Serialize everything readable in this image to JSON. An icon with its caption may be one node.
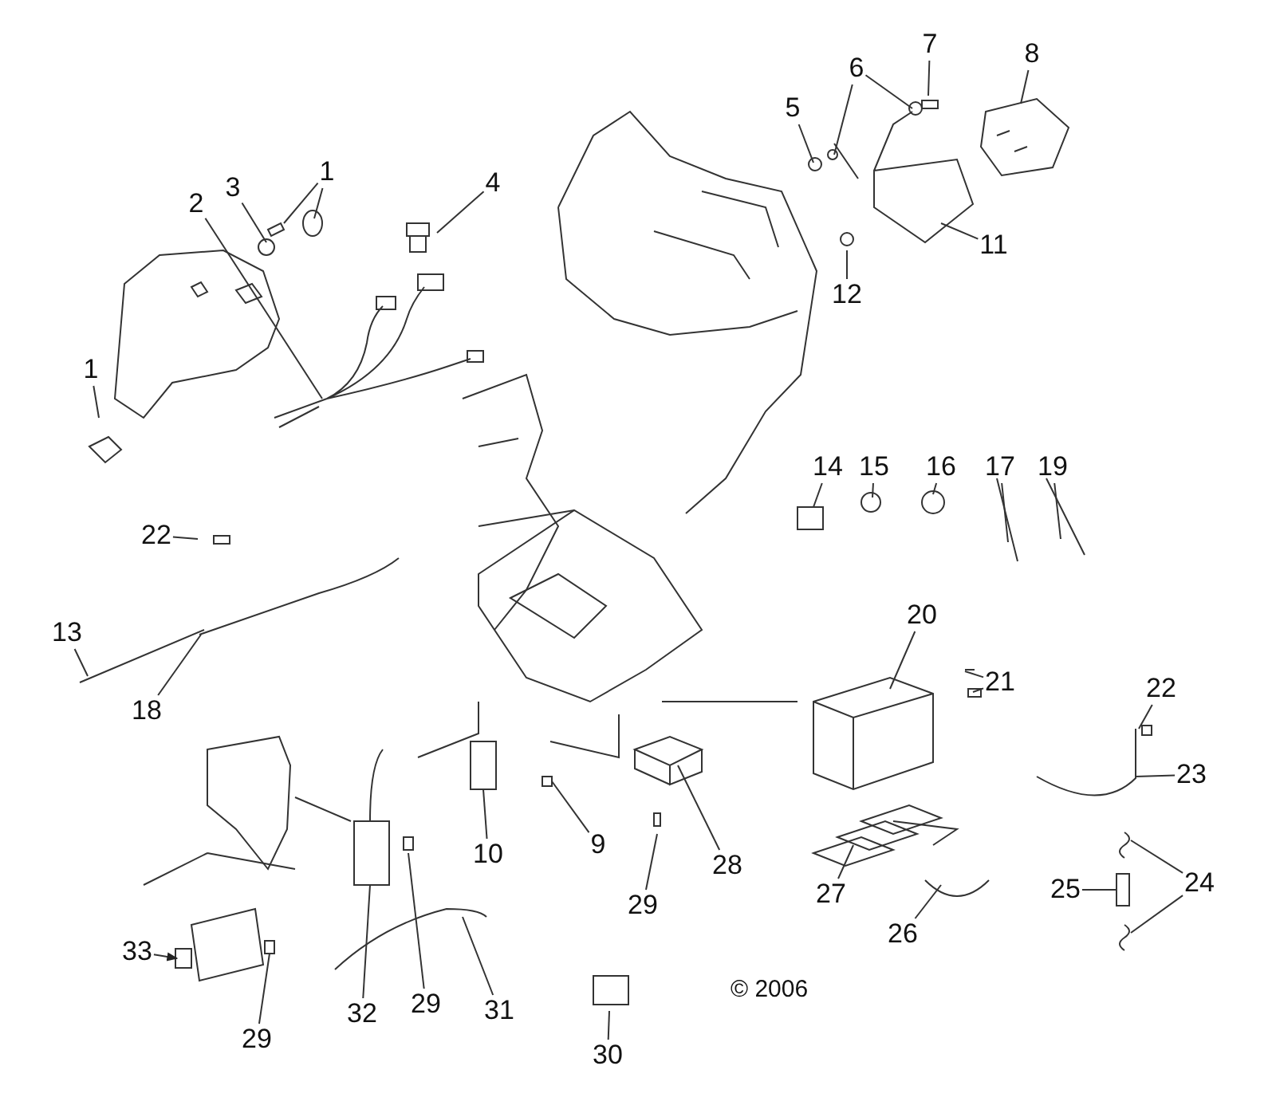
{
  "diagram": {
    "nodes": [
      {
        "text": [
          "7"
        ]
      },
      {
        "text": [
          "8"
        ]
      },
      {
        "text": [
          "6"
        ]
      },
      {
        "text": [
          "5"
        ]
      },
      {
        "text": [
          "1"
        ]
      },
      {
        "text": [
          "3"
        ]
      },
      {
        "text": [
          "4"
        ]
      },
      {
        "text": [
          "2"
        ]
      },
      {
        "text": [
          "11"
        ]
      },
      {
        "text": [
          "12"
        ]
      },
      {
        "text": [
          "1"
        ]
      },
      {
        "text": [
          "14"
        ]
      },
      {
        "text": [
          "15"
        ]
      },
      {
        "text": [
          "16"
        ]
      },
      {
        "text": [
          "17"
        ]
      },
      {
        "text": [
          "19"
        ]
      },
      {
        "text": [
          "22"
        ]
      },
      {
        "text": [
          "20"
        ]
      },
      {
        "text": [
          "13"
        ]
      },
      {
        "text": [
          "21"
        ]
      },
      {
        "text": [
          "22"
        ]
      },
      {
        "text": [
          "18"
        ]
      },
      {
        "text": [
          "23"
        ]
      },
      {
        "text": [
          "9"
        ]
      },
      {
        "text": [
          "10"
        ]
      },
      {
        "text": [
          "28"
        ]
      },
      {
        "text": [
          "24"
        ]
      },
      {
        "text": [
          "25"
        ]
      },
      {
        "text": [
          "27"
        ]
      },
      {
        "text": [
          "29"
        ]
      },
      {
        "text": [
          "26"
        ]
      },
      {
        "text": [
          "33"
        ]
      },
      {
        "text": [
          "29"
        ]
      },
      {
        "text": [
          "31"
        ]
      },
      {
        "text": [
          "32"
        ]
      },
      {
        "text": [
          "29"
        ]
      },
      {
        "text": [
          "30"
        ]
      }
    ],
    "edges": [
      {
        "from": 0,
        "to": null,
        "arrow": "none"
      },
      {
        "from": 1,
        "to": null,
        "arrow": "none"
      },
      {
        "from": 2,
        "to": null,
        "arrow": "none"
      },
      {
        "from": 2,
        "to": null,
        "arrow": "none"
      },
      {
        "from": 3,
        "to": null,
        "arrow": "none"
      },
      {
        "from": 4,
        "to": null,
        "arrow": "none"
      },
      {
        "from": 4,
        "to": null,
        "arrow": "none"
      },
      {
        "from": 5,
        "to": null,
        "arrow": "none"
      },
      {
        "from": 6,
        "to": null,
        "arrow": "none"
      },
      {
        "from": 7,
        "to": null,
        "arrow": "none"
      },
      {
        "from": 8,
        "to": null,
        "arrow": "none"
      },
      {
        "from": 9,
        "to": null,
        "arrow": "none"
      },
      {
        "from": 10,
        "to": null,
        "arrow": "none"
      },
      {
        "from": 11,
        "to": null,
        "arrow": "none"
      },
      {
        "from": 12,
        "to": null,
        "arrow": "none"
      },
      {
        "from": 13,
        "to": null,
        "arrow": "none"
      },
      {
        "from": 14,
        "to": null,
        "arrow": "none"
      },
      {
        "from": 15,
        "to": null,
        "arrow": "none"
      },
      {
        "from": 16,
        "to": null,
        "arrow": "none"
      },
      {
        "from": 17,
        "to": null,
        "arrow": "none"
      },
      {
        "from": 18,
        "to": null,
        "arrow": "none"
      },
      {
        "from": 19,
        "to": null,
        "arrow": "none"
      },
      {
        "from": 19,
        "to": null,
        "arrow": "none"
      },
      {
        "from": 20,
        "to": null,
        "arrow": "none"
      },
      {
        "from": 21,
        "to": null,
        "arrow": "none"
      },
      {
        "from": 22,
        "to": null,
        "arrow": "none"
      },
      {
        "from": 23,
        "to": null,
        "arrow": "none"
      },
      {
        "from": 24,
        "to": null,
        "arrow": "none"
      },
      {
        "from": 25,
        "to": null,
        "arrow": "none"
      },
      {
        "from": 26,
        "to": null,
        "arrow": "none"
      },
      {
        "from": 26,
        "to": null,
        "arrow": "none"
      },
      {
        "from": 27,
        "to": null,
        "arrow": "none"
      },
      {
        "from": 28,
        "to": null,
        "arrow": "none"
      },
      {
        "from": 29,
        "to": null,
        "arrow": "none"
      },
      {
        "from": 30,
        "to": null,
        "arrow": "none"
      },
      {
        "from": 31,
        "to": null,
        "arrow": "to"
      },
      {
        "from": 32,
        "to": null,
        "arrow": "none"
      },
      {
        "from": 33,
        "to": null,
        "arrow": "none"
      },
      {
        "from": 34,
        "to": null,
        "arrow": "none"
      },
      {
        "from": 35,
        "to": null,
        "arrow": "none"
      },
      {
        "from": 36,
        "to": null,
        "arrow": "none"
      }
    ],
    "labels": [
      "© 2006"
    ]
  }
}
